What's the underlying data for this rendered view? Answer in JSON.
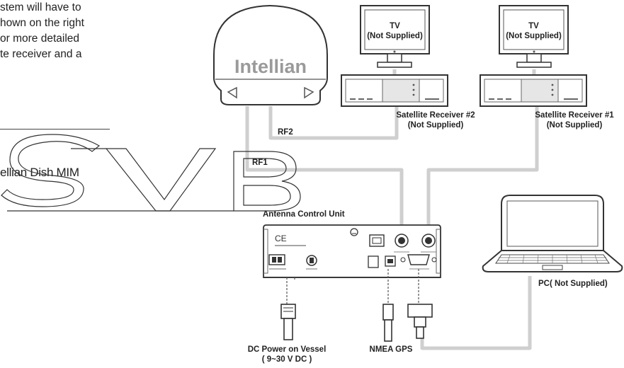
{
  "intro_text": {
    "line1": "stem will have to",
    "line2": "hown on the right",
    "line3": "or more detailed",
    "line4": "te receiver and a"
  },
  "section_fragment": "ellian Dish MIM",
  "watermark": {
    "text": "SVB"
  },
  "antenna": {
    "brand": "Intellian"
  },
  "tv_1": {
    "label": "TV",
    "note": "(Not Supplied)"
  },
  "tv_2": {
    "label": "TV",
    "note": "(Not Supplied)"
  },
  "receiver_2": {
    "label": "Satellite Receiver #2",
    "note": "(Not Supplied)"
  },
  "receiver_1": {
    "label": "Satellite Receiver #1",
    "note": "(Not Supplied)"
  },
  "cables": {
    "rf1": "RF1",
    "rf2": "RF2"
  },
  "acu": {
    "label": "Antenna Control Unit"
  },
  "pc": {
    "label": "PC( Not Supplied)"
  },
  "dc_power": {
    "label": "DC Power on Vessel",
    "range": "( 9~30 V DC )"
  },
  "nmea": {
    "label": "NMEA GPS"
  }
}
